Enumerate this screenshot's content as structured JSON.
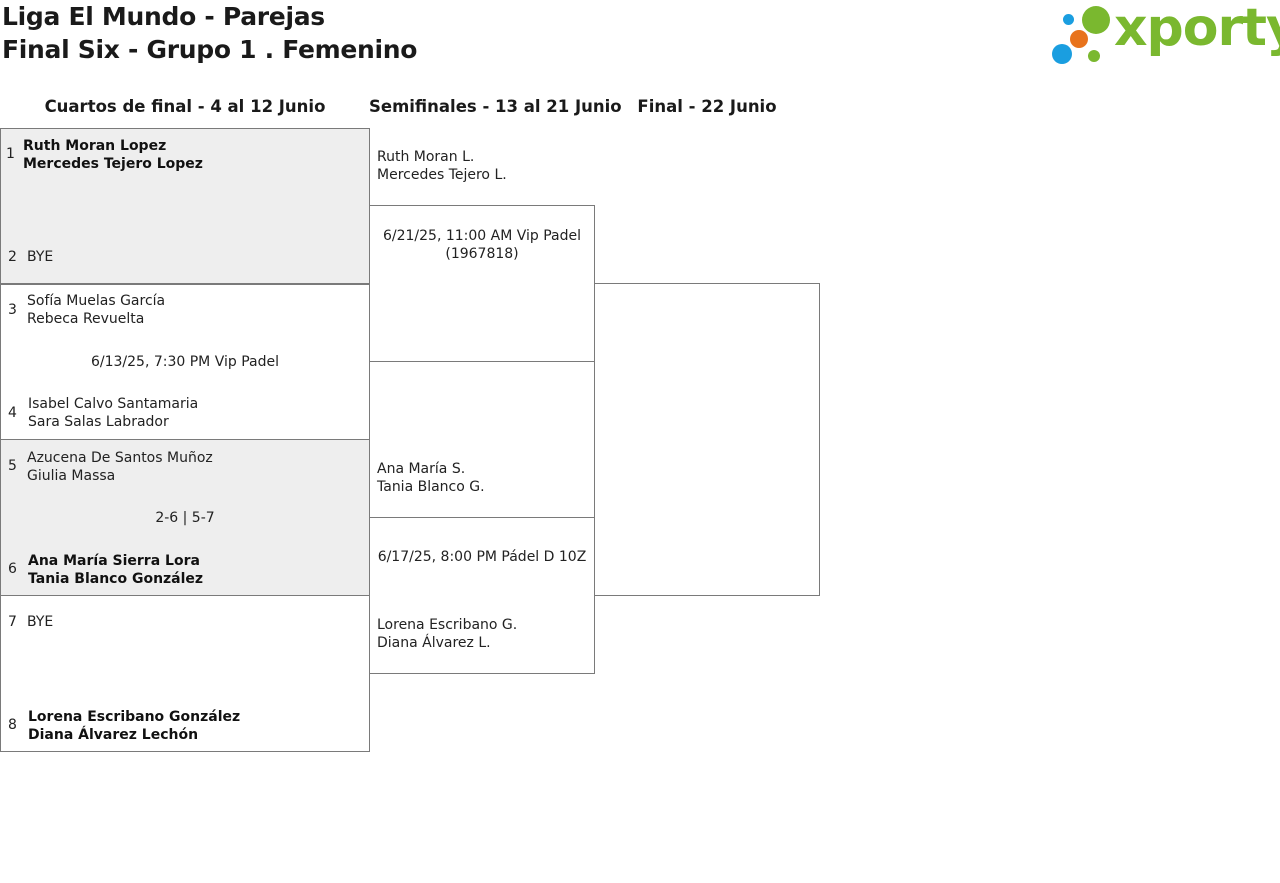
{
  "header": {
    "title_line1": "Liga El Mundo - Parejas",
    "title_line2": "Final Six - Grupo 1 . Femenino"
  },
  "logo": {
    "text": "xporty",
    "colors": {
      "green": "#7ab82f",
      "blue": "#1a9ee0",
      "orange": "#e8731c"
    }
  },
  "rounds": {
    "quarterfinals": "Cuartos de final - 4 al 12 Junio",
    "semifinals": "Semifinales - 13 al 21 Junio",
    "final": "Final - 22 Junio"
  },
  "quarterfinals": [
    {
      "seed_a": "1",
      "team_a": [
        "Ruth Moran Lopez",
        "Mercedes Tejero Lopez"
      ],
      "team_a_winner": true,
      "info": "",
      "seed_b": "2",
      "team_b": [
        "BYE",
        ""
      ],
      "team_b_winner": false
    },
    {
      "seed_a": "3",
      "team_a": [
        "Sofía Muelas García",
        "Rebeca Revuelta"
      ],
      "team_a_winner": false,
      "info": "6/13/25, 7:30 PM Vip Padel",
      "seed_b": "4",
      "team_b": [
        "Isabel Calvo Santamaria",
        "Sara Salas Labrador"
      ],
      "team_b_winner": false
    },
    {
      "seed_a": "5",
      "team_a": [
        "Azucena De Santos Muñoz",
        "Giulia Massa"
      ],
      "team_a_winner": false,
      "info": "2-6 | 5-7",
      "seed_b": "6",
      "team_b": [
        "Ana María Sierra Lora",
        "Tania Blanco González"
      ],
      "team_b_winner": true
    },
    {
      "seed_a": "7",
      "team_a": [
        "BYE",
        ""
      ],
      "team_a_winner": false,
      "info": "",
      "seed_b": "8",
      "team_b": [
        "Lorena Escribano González",
        "Diana Álvarez Lechón"
      ],
      "team_b_winner": true
    }
  ],
  "semifinals": [
    {
      "team_a": [
        "Ruth Moran L.",
        "Mercedes Tejero L."
      ],
      "info_line1": "6/21/25, 11:00 AM Vip Padel",
      "info_line2": "(1967818)",
      "team_b": [
        "",
        ""
      ]
    },
    {
      "team_a": [
        "Ana María S.",
        "Tania Blanco G."
      ],
      "info_line1": "6/17/25, 8:00 PM Pádel D 10Z",
      "info_line2": "",
      "team_b": [
        "Lorena Escribano G.",
        "Diana Álvarez L."
      ]
    }
  ]
}
